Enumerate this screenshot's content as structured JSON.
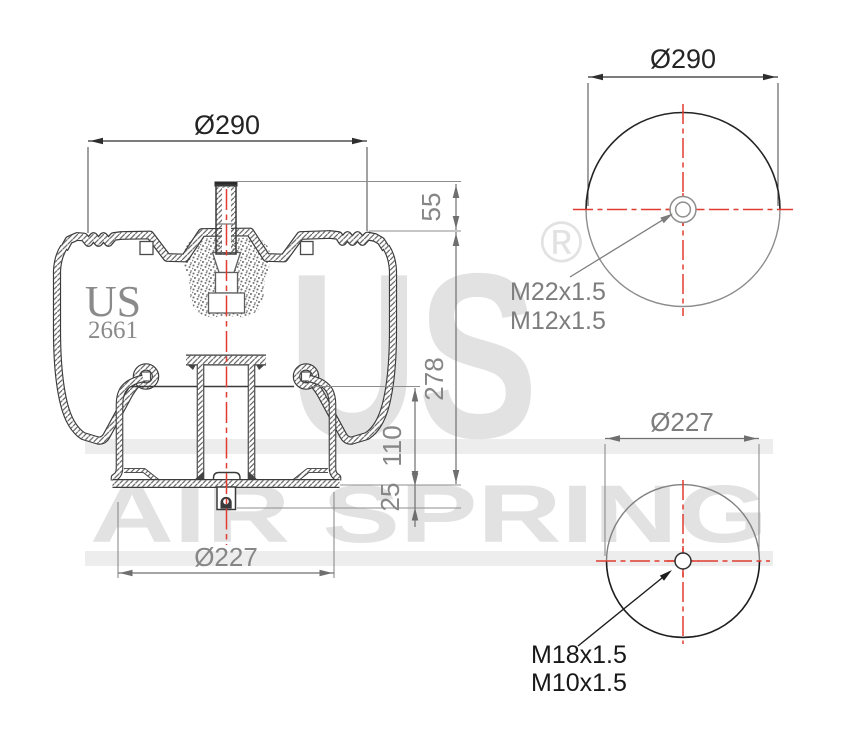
{
  "watermark": {
    "brand_top": "US",
    "registered_mark": "®",
    "brand_bottom": "AIR SPRING"
  },
  "product_label": {
    "brand": "US",
    "model": "2661"
  },
  "side_view": {
    "top_diameter": "Ø290",
    "stud_height": "55",
    "overall_height": "278",
    "piston_height": "110",
    "boss_height": "25",
    "bottom_diameter": "Ø227"
  },
  "top_view": {
    "diameter": "Ø290",
    "thread_outer": "M22x1.5",
    "thread_inner": "M12x1.5"
  },
  "bottom_view": {
    "diameter": "Ø227",
    "thread_outer": "M18x1.5",
    "thread_inner": "M10x1.5"
  },
  "colors": {
    "line_dark": "#3a3a3a",
    "dimension_gray": "#868686",
    "centerline_red": "#e03c30",
    "watermark_gray": "#e2e2e2",
    "background": "#ffffff"
  }
}
